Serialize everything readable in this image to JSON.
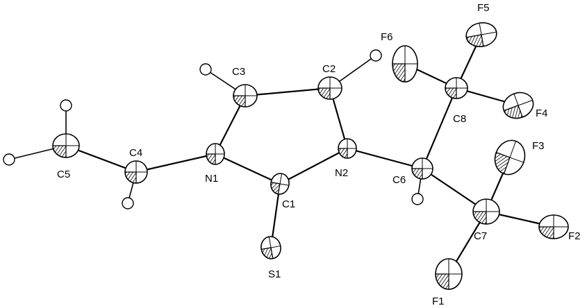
{
  "molecule": {
    "atoms": [
      {
        "id": "S1",
        "label": "S1",
        "kind": "heavy"
      },
      {
        "id": "C1",
        "label": "C1",
        "kind": "heavy"
      },
      {
        "id": "N1",
        "label": "N1",
        "kind": "heavy"
      },
      {
        "id": "N2",
        "label": "N2",
        "kind": "heavy"
      },
      {
        "id": "C2",
        "label": "C2",
        "kind": "heavy"
      },
      {
        "id": "C3",
        "label": "C3",
        "kind": "heavy"
      },
      {
        "id": "C4",
        "label": "C4",
        "kind": "heavy"
      },
      {
        "id": "C5",
        "label": "C5",
        "kind": "heavy"
      },
      {
        "id": "C6",
        "label": "C6",
        "kind": "heavy"
      },
      {
        "id": "C7",
        "label": "C7",
        "kind": "heavy"
      },
      {
        "id": "C8",
        "label": "C8",
        "kind": "heavy"
      },
      {
        "id": "F1",
        "label": "F1",
        "kind": "heavy"
      },
      {
        "id": "F2",
        "label": "F2",
        "kind": "heavy"
      },
      {
        "id": "F3",
        "label": "F3",
        "kind": "heavy"
      },
      {
        "id": "F4",
        "label": "F4",
        "kind": "heavy"
      },
      {
        "id": "F5",
        "label": "F5",
        "kind": "heavy"
      },
      {
        "id": "F6",
        "label": "F6",
        "kind": "heavy"
      },
      {
        "id": "H2",
        "label": "",
        "kind": "hydrogen"
      },
      {
        "id": "H3",
        "label": "",
        "kind": "hydrogen"
      },
      {
        "id": "H4",
        "label": "",
        "kind": "hydrogen"
      },
      {
        "id": "H5A",
        "label": "",
        "kind": "hydrogen"
      },
      {
        "id": "H5B",
        "label": "",
        "kind": "hydrogen"
      },
      {
        "id": "H6",
        "label": "",
        "kind": "hydrogen"
      }
    ],
    "bonds": [
      [
        "C1",
        "S1"
      ],
      [
        "C1",
        "N1"
      ],
      [
        "C1",
        "N2"
      ],
      [
        "N1",
        "C3"
      ],
      [
        "C3",
        "C2"
      ],
      [
        "C2",
        "N2"
      ],
      [
        "N1",
        "C4"
      ],
      [
        "C4",
        "C5"
      ],
      [
        "N2",
        "C6"
      ],
      [
        "C6",
        "C7"
      ],
      [
        "C6",
        "C8"
      ],
      [
        "C7",
        "F1"
      ],
      [
        "C7",
        "F2"
      ],
      [
        "C7",
        "F3"
      ],
      [
        "C8",
        "F4"
      ],
      [
        "C8",
        "F5"
      ],
      [
        "C8",
        "F6"
      ],
      [
        "C2",
        "H2"
      ],
      [
        "C3",
        "H3"
      ],
      [
        "C4",
        "H4"
      ],
      [
        "C5",
        "H5A"
      ],
      [
        "C5",
        "H5B"
      ],
      [
        "C6",
        "H6"
      ]
    ]
  }
}
